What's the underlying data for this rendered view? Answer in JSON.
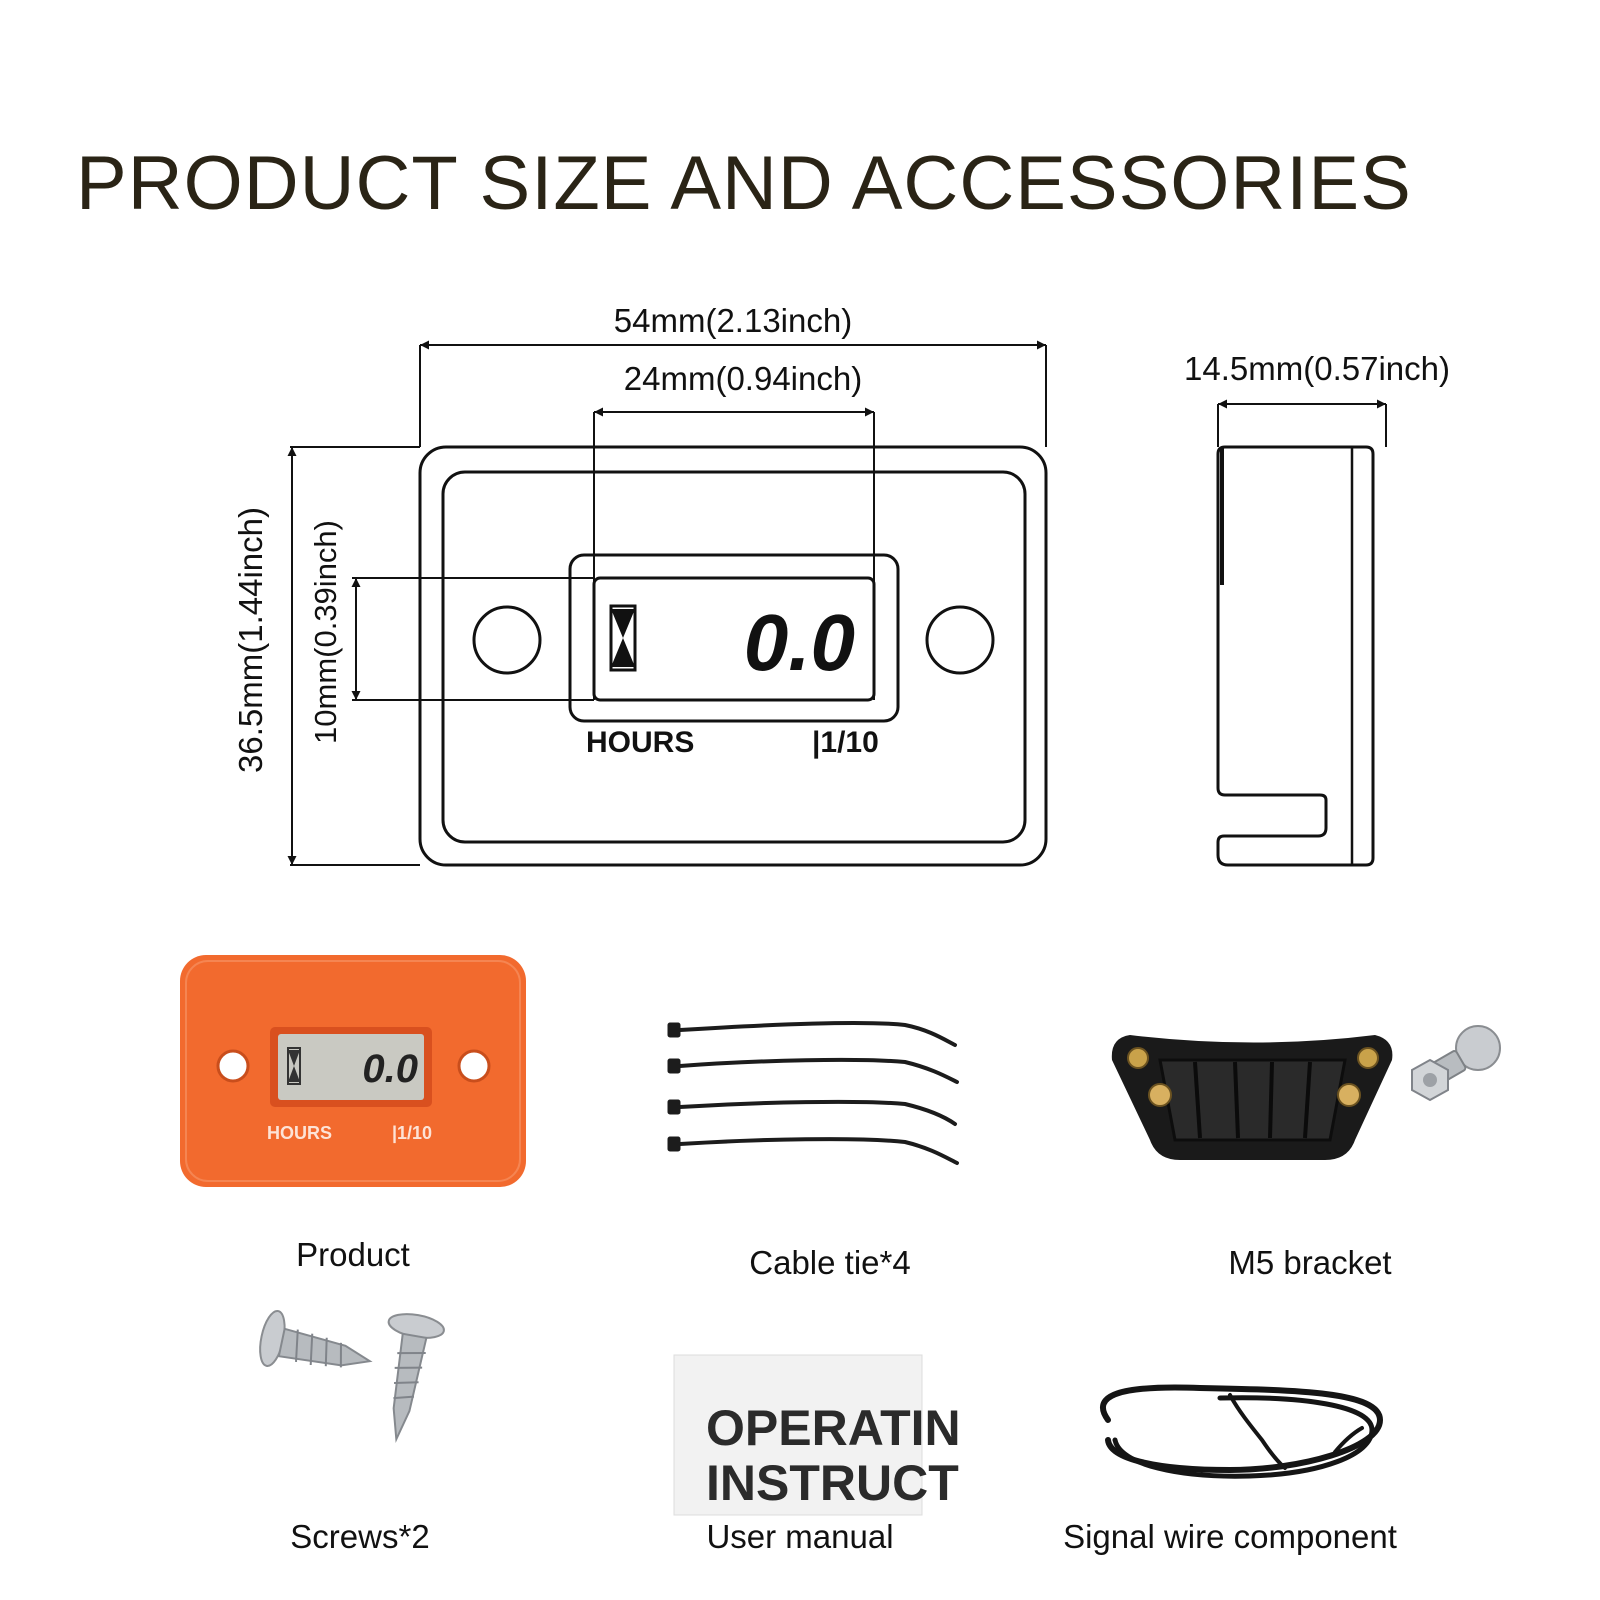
{
  "title": "PRODUCT SIZE AND ACCESSORIES",
  "dimensions": {
    "width_total": "54mm(2.13inch)",
    "width_display": "24mm(0.94inch)",
    "depth": "14.5mm(0.57inch)",
    "height_total": "36.5mm(1.44inch)",
    "height_display": "10mm(0.39inch)"
  },
  "meter_face": {
    "reading": "0.0",
    "label_hours": "HOURS",
    "label_tenth": "|1/10"
  },
  "accessories": [
    {
      "label": "Product"
    },
    {
      "label": "Cable tie*4"
    },
    {
      "label": "M5 bracket"
    },
    {
      "label": "Screws*2"
    },
    {
      "label": "User manual"
    },
    {
      "label": "Signal wire component"
    }
  ],
  "manual_cover": {
    "line1": "OPERATIN",
    "line2": "INSTRUCT"
  },
  "colors": {
    "product_body": "#f26a2e",
    "lcd": "#c9c9c2"
  }
}
